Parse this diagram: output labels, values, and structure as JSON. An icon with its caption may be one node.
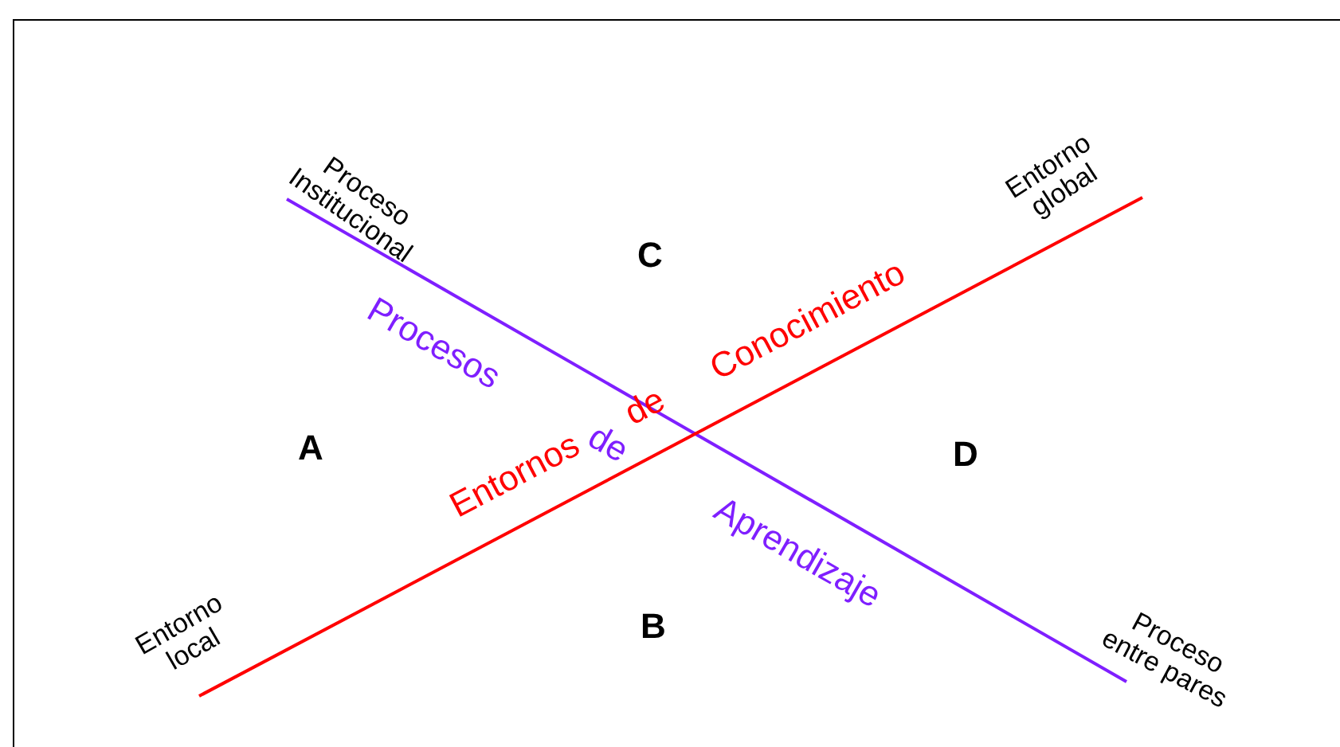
{
  "diagram": {
    "labels": [
      "Proceso Institucional",
      "Entorno global",
      "C",
      "Procesos de Aprendizaje",
      "Entornos de Conocimiento",
      "A",
      "D",
      "B",
      "Entorno local",
      "Proceso entre pares"
    ]
  }
}
